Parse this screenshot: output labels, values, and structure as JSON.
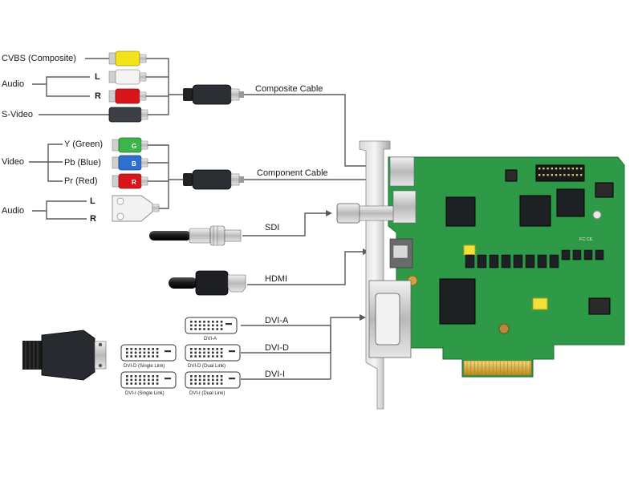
{
  "labels": {
    "cvbs": "CVBS (Composite)",
    "audio_top": "Audio",
    "audio_l": "L",
    "audio_r": "R",
    "svideo": "S-Video",
    "composite_cable": "Composite Cable",
    "video": "Video",
    "y_green": "Y (Green)",
    "pb_blue": "Pb (Blue)",
    "pr_red": "Pr (Red)",
    "component_cable": "Component Cable",
    "audio_bottom": "Audio",
    "audio2_l": "L",
    "audio2_r": "R",
    "sdi": "SDI",
    "hdmi": "HDMI",
    "dvi_a": "DVI-A",
    "dvi_d": "DVI-D",
    "dvi_i": "DVI-I"
  },
  "pinouts": {
    "dvi_a": "DVI-A",
    "dvi_d_single": "DVI-D (Single Link)",
    "dvi_d_dual": "DVI-D (Dual Link)",
    "dvi_i_single": "DVI-I (Single Link)",
    "dvi_i_dual": "DVI-I (Dual Link)"
  },
  "plug_letters": {
    "green": "G",
    "blue": "B",
    "red": "R"
  },
  "board": {
    "fcc_mark": "FC CE"
  },
  "colors": {
    "pcb": "#2e9a48",
    "yellow_plug": "#f4e21a",
    "red_plug": "#d9151c",
    "green_plug": "#3cb54a",
    "blue_plug": "#2f6fd0",
    "line": "#5a5a5a"
  }
}
